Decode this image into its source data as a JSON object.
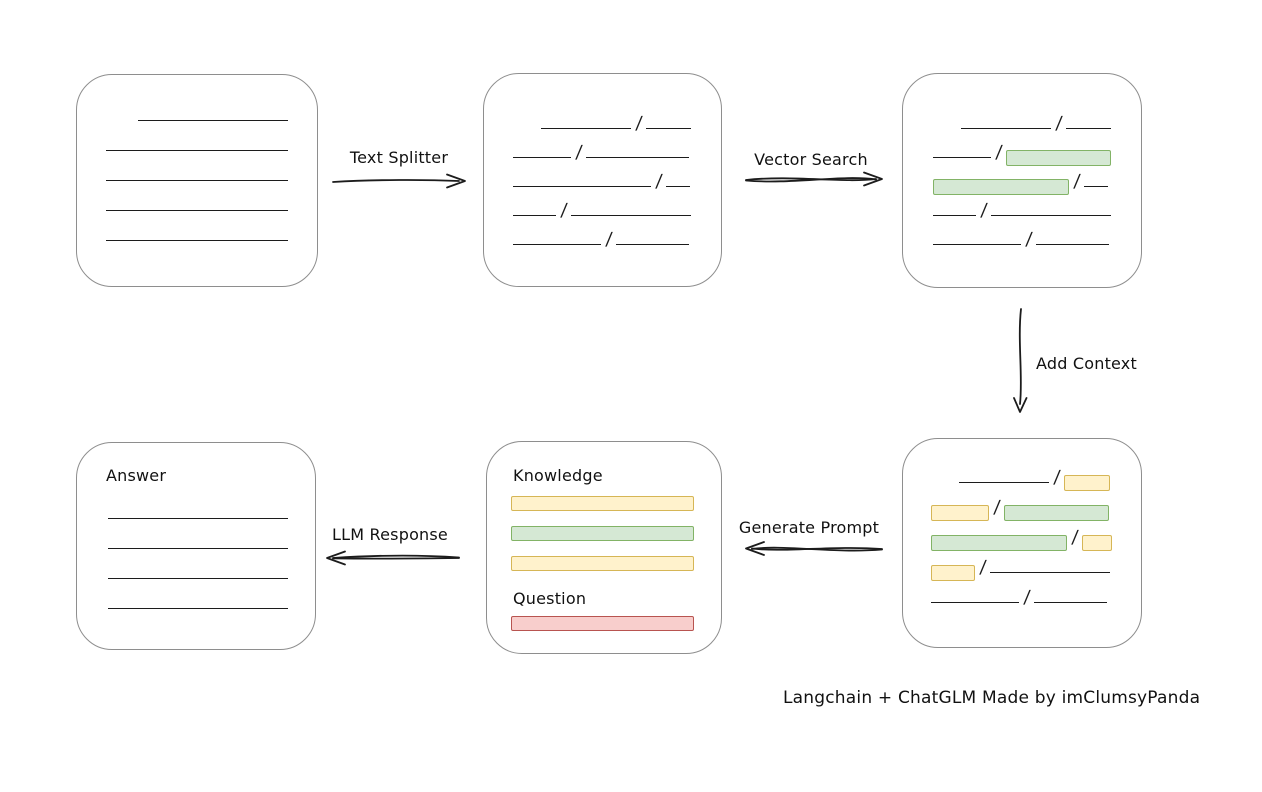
{
  "labels": {
    "text_splitter": "Text Splitter",
    "vector_search": "Vector Search",
    "add_context": "Add Context",
    "generate_prompt": "Generate Prompt",
    "llm_response": "LLM Response",
    "knowledge": "Knowledge",
    "question": "Question",
    "answer": "Answer",
    "attribution": "Langchain + ChatGLM Made by imClumsyPanda"
  },
  "colors": {
    "green_fill": "#d5e8d4",
    "green_border": "#82b366",
    "yellow_fill": "#fff2cc",
    "yellow_border": "#d6b656",
    "red_fill": "#f8cecc",
    "red_border": "#b85450",
    "box_border": "#8e8e8e",
    "line": "#1c1c1c"
  },
  "boxes": {
    "document": {
      "rows": [
        [
          {
            "t": "gap",
            "w": 32
          },
          {
            "t": "line",
            "w": 150
          }
        ],
        [
          {
            "t": "line",
            "w": 182
          }
        ],
        [
          {
            "t": "line",
            "w": 182
          }
        ],
        [
          {
            "t": "line",
            "w": 182
          }
        ],
        [
          {
            "t": "line",
            "w": 182
          }
        ]
      ]
    },
    "chunks": {
      "rows": [
        [
          {
            "t": "gap",
            "w": 28
          },
          {
            "t": "line",
            "w": 90
          },
          {
            "t": "slash"
          },
          {
            "t": "line",
            "w": 45
          }
        ],
        [
          {
            "t": "line",
            "w": 58
          },
          {
            "t": "slash"
          },
          {
            "t": "line",
            "w": 103
          }
        ],
        [
          {
            "t": "line",
            "w": 138
          },
          {
            "t": "slash"
          },
          {
            "t": "line",
            "w": 24
          }
        ],
        [
          {
            "t": "line",
            "w": 43
          },
          {
            "t": "slash"
          },
          {
            "t": "line",
            "w": 120
          }
        ],
        [
          {
            "t": "line",
            "w": 88
          },
          {
            "t": "slash"
          },
          {
            "t": "line",
            "w": 73
          }
        ]
      ]
    },
    "vector_results": {
      "rows": [
        [
          {
            "t": "gap",
            "w": 28
          },
          {
            "t": "line",
            "w": 90
          },
          {
            "t": "slash"
          },
          {
            "t": "line",
            "w": 45
          }
        ],
        [
          {
            "t": "line",
            "w": 58
          },
          {
            "t": "slash"
          },
          {
            "t": "rect-green",
            "w": 105
          }
        ],
        [
          {
            "t": "rect-green",
            "w": 136
          },
          {
            "t": "slash"
          },
          {
            "t": "line",
            "w": 24
          }
        ],
        [
          {
            "t": "line",
            "w": 43
          },
          {
            "t": "slash"
          },
          {
            "t": "line",
            "w": 120
          }
        ],
        [
          {
            "t": "line",
            "w": 88
          },
          {
            "t": "slash"
          },
          {
            "t": "line",
            "w": 73
          }
        ]
      ]
    },
    "context": {
      "rows": [
        [
          {
            "t": "gap",
            "w": 28
          },
          {
            "t": "line",
            "w": 90
          },
          {
            "t": "slash"
          },
          {
            "t": "rect-yellow",
            "w": 46
          }
        ],
        [
          {
            "t": "rect-yellow",
            "w": 58
          },
          {
            "t": "slash"
          },
          {
            "t": "rect-green",
            "w": 105
          }
        ],
        [
          {
            "t": "rect-green",
            "w": 136
          },
          {
            "t": "slash"
          },
          {
            "t": "rect-yellow",
            "w": 30
          }
        ],
        [
          {
            "t": "rect-yellow",
            "w": 44
          },
          {
            "t": "slash"
          },
          {
            "t": "line",
            "w": 120
          }
        ],
        [
          {
            "t": "line",
            "w": 88
          },
          {
            "t": "slash"
          },
          {
            "t": "line",
            "w": 73
          }
        ]
      ]
    },
    "prompt": {
      "knowledge_bars": [
        "yellow",
        "green",
        "yellow"
      ],
      "question_bars": [
        "red"
      ]
    },
    "answer": {
      "rows": [
        [
          {
            "t": "line",
            "w": 180
          }
        ],
        [
          {
            "t": "line",
            "w": 180
          }
        ],
        [
          {
            "t": "line",
            "w": 180
          }
        ],
        [
          {
            "t": "line",
            "w": 180
          }
        ]
      ]
    }
  }
}
